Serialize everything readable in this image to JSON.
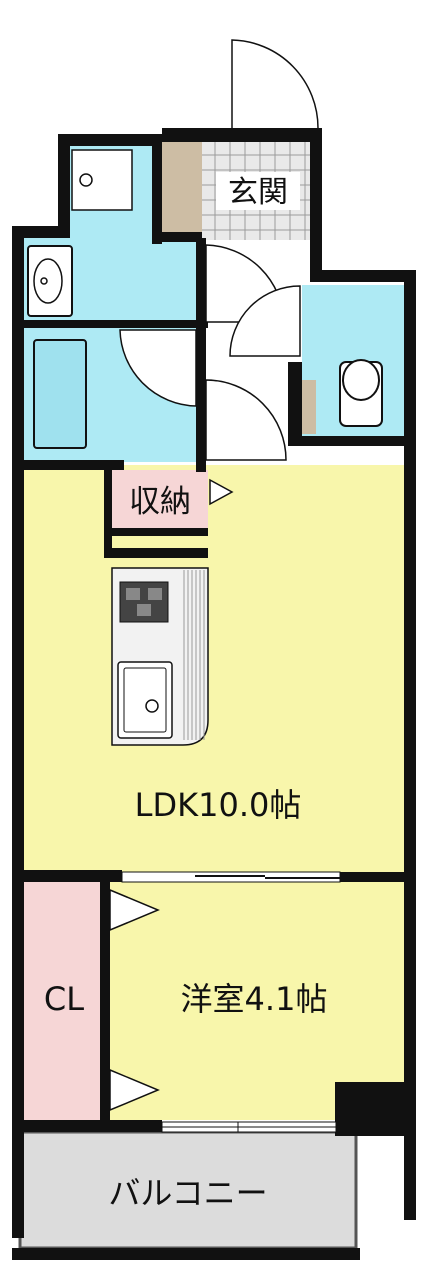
{
  "labels": {
    "entrance": "玄関",
    "storage": "収納",
    "ldk": "LDK10.0帖",
    "closet": "CL",
    "bedroom": "洋室4.1帖",
    "balcony": "バルコニー"
  },
  "colors": {
    "wall": "#111111",
    "ldk": "#f8f6ab",
    "wet": "#aeeaf4",
    "storage": "#f6d6d6",
    "balcony": "#dcdcdc",
    "entrance_tile": "#e9e9e9",
    "stone": "#cdbda4"
  }
}
